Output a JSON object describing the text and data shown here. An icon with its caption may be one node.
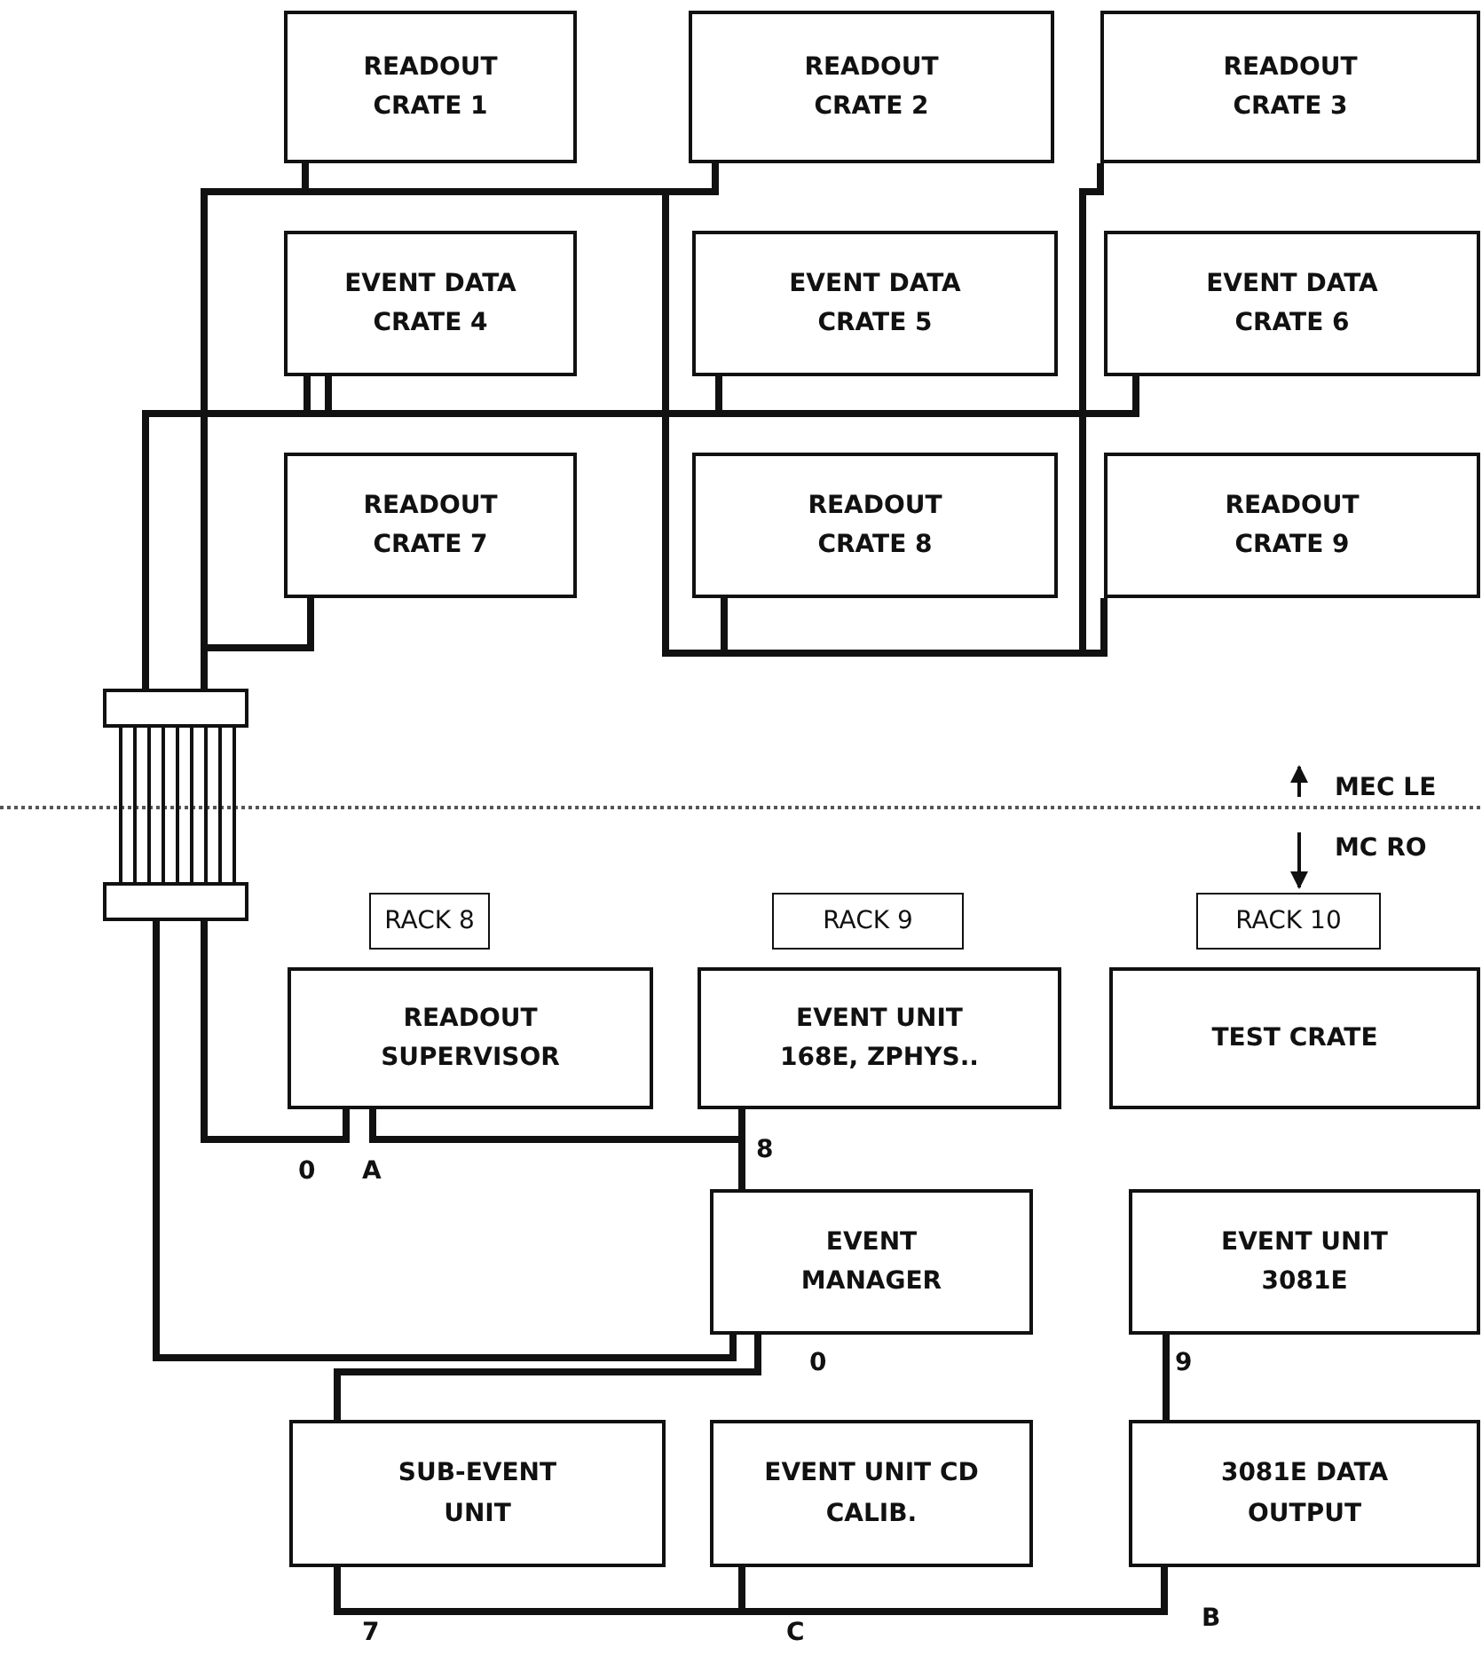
{
  "diagram": {
    "nodes": [
      {
        "text": [
          "READOUT CRATE 1"
        ]
      },
      {
        "text": [
          "READOUT CRATE 2"
        ]
      },
      {
        "text": [
          "READOUT CRATE 3"
        ]
      },
      {
        "text": [
          "EVENT DATA CRATE 4"
        ]
      },
      {
        "text": [
          "EVENT DATA CRATE 5"
        ]
      },
      {
        "text": [
          "EVENT DATA CRATE 6"
        ]
      },
      {
        "text": [
          "READOUT CRATE 7"
        ]
      },
      {
        "text": [
          "READOUT CRATE 8"
        ]
      },
      {
        "text": [
          "READOUT CRATE 9"
        ]
      },
      {
        "text": [],
        "shape": "box"
      },
      {
        "text": [],
        "shape": "box"
      },
      {
        "text": [
          "RACK 8"
        ]
      },
      {
        "text": [
          "RACK 9"
        ]
      },
      {
        "text": [
          "RACK 10"
        ]
      },
      {
        "text": [
          "READOUT SUPERVISOR"
        ]
      },
      {
        "text": [
          "EVENT UNIT 168E, ZPHYS.."
        ]
      },
      {
        "text": [
          "TEST CRATE"
        ]
      },
      {
        "text": [
          "EVENT MANAGER"
        ]
      },
      {
        "text": [
          "EVENT UNIT 3081E"
        ]
      },
      {
        "text": [
          "SUB-EVENT UNIT"
        ]
      },
      {
        "text": [
          "EVENT UNIT CD CALIB."
        ]
      },
      {
        "text": [
          "3081E DATA OUTPUT"
        ]
      }
    ],
    "edges": [
      {
        "from": 0,
        "to": 9,
        "arrow": "none"
      },
      {
        "from": 1,
        "to": 9,
        "arrow": "none"
      },
      {
        "from": 2,
        "to": 9,
        "arrow": "none"
      },
      {
        "from": 6,
        "to": 9,
        "arrow": "none"
      },
      {
        "from": 7,
        "to": 9,
        "arrow": "none"
      },
      {
        "from": 8,
        "to": 9,
        "arrow": "none"
      },
      {
        "from": 3,
        "to": 9,
        "arrow": "none"
      },
      {
        "from": 4,
        "to": 9,
        "arrow": "none"
      },
      {
        "from": 5,
        "to": 9,
        "arrow": "none"
      },
      {
        "from": 9,
        "to": 10,
        "arrow": "none"
      },
      {
        "from": 10,
        "to": 14,
        "arrow": "none"
      },
      {
        "from": 10,
        "to": 17,
        "arrow": "none"
      },
      {
        "from": 14,
        "to": 17,
        "arrow": "none"
      },
      {
        "from": 15,
        "to": 17,
        "arrow": "none"
      },
      {
        "from": 17,
        "to": 19,
        "arrow": "none"
      },
      {
        "from": 18,
        "to": 21,
        "arrow": "none"
      },
      {
        "from": 19,
        "to": 20,
        "arrow": "none"
      },
      {
        "from": 20,
        "to": 21,
        "arrow": "none"
      }
    ],
    "labels": [
      "MEC LE",
      "MC RO",
      "0",
      "A",
      "8",
      "0",
      "9",
      "7",
      "C",
      "B"
    ]
  }
}
